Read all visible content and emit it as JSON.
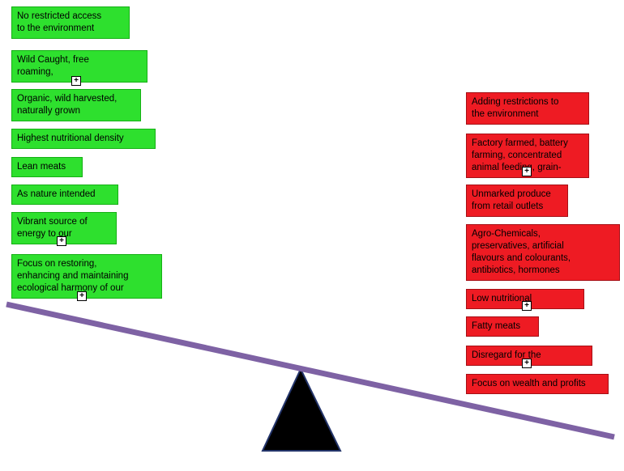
{
  "colors": {
    "positive_box": "#2ee02e",
    "negative_box": "#ee1b23",
    "beam": "#7e62a4",
    "fulcrum_fill": "#000000",
    "fulcrum_border": "#24356b"
  },
  "icons": {
    "expand": "+"
  },
  "left_items": [
    "No restricted access\nto the environment",
    "Wild Caught, free\nroaming,",
    "Organic, wild harvested,\nnaturally grown",
    "Highest nutritional density",
    "Lean meats",
    "As nature intended",
    "Vibrant source of\nenergy to our",
    "Focus on restoring,\nenhancing and maintaining\necological harmony of our"
  ],
  "right_items": [
    "Adding restrictions to\nthe environment",
    "Factory farmed, battery\nfarming, concentrated\nanimal feeding, grain-",
    "Unmarked produce\nfrom retail outlets",
    "Agro-Chemicals,\npreservatives, artificial\nflavours and colourants,\nantibiotics, hormones",
    "Low nutritional",
    "Fatty meats",
    "Disregard for the",
    "Focus on wealth and profits"
  ]
}
